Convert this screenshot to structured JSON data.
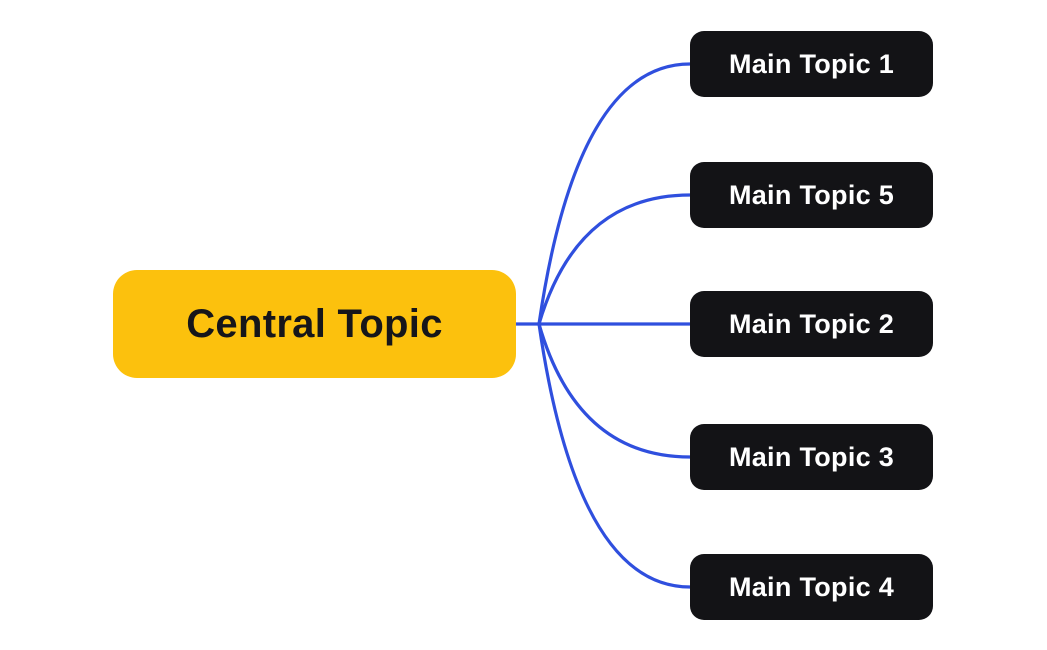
{
  "canvas": {
    "background": "#ffffff"
  },
  "colors": {
    "connector": "#2F4FDE",
    "central-bg": "#FCC10D",
    "central-text": "#16161a",
    "topic-bg": "#131316",
    "topic-text": "#ffffff"
  },
  "mindmap": {
    "central": {
      "label": "Central Topic"
    },
    "topics": [
      {
        "label": "Main Topic 1"
      },
      {
        "label": "Main Topic 5"
      },
      {
        "label": "Main Topic 2"
      },
      {
        "label": "Main Topic 3"
      },
      {
        "label": "Main Topic 4"
      }
    ],
    "connections": [
      {
        "from": "Central Topic",
        "to": "Main Topic 1"
      },
      {
        "from": "Central Topic",
        "to": "Main Topic 5"
      },
      {
        "from": "Central Topic",
        "to": "Main Topic 2"
      },
      {
        "from": "Central Topic",
        "to": "Main Topic 3"
      },
      {
        "from": "Central Topic",
        "to": "Main Topic 4"
      }
    ]
  }
}
